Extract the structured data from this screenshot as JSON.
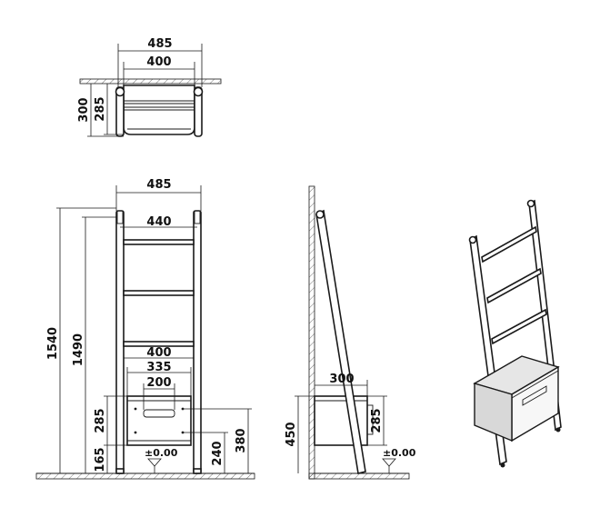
{
  "top_view": {
    "dim_total_width": "485",
    "dim_inner_width": "400",
    "dim_depth_total": "300",
    "dim_depth_box": "285"
  },
  "front_view": {
    "dim_total_width": "485",
    "dim_rail_width": "440",
    "dim_rung_width": "400",
    "dim_box_width": "335",
    "dim_handle_width": "200",
    "dim_total_height": "1540",
    "dim_ladder_height": "1490",
    "dim_box_height": "285",
    "dim_box_floor": "165",
    "dim_hole_height": "240",
    "dim_box_top": "380",
    "floor_level": "±0.00"
  },
  "side_view": {
    "dim_box_depth": "300",
    "dim_box_height": "285",
    "dim_box_top": "450",
    "floor_level": "±0.00"
  },
  "perspective_view": {}
}
